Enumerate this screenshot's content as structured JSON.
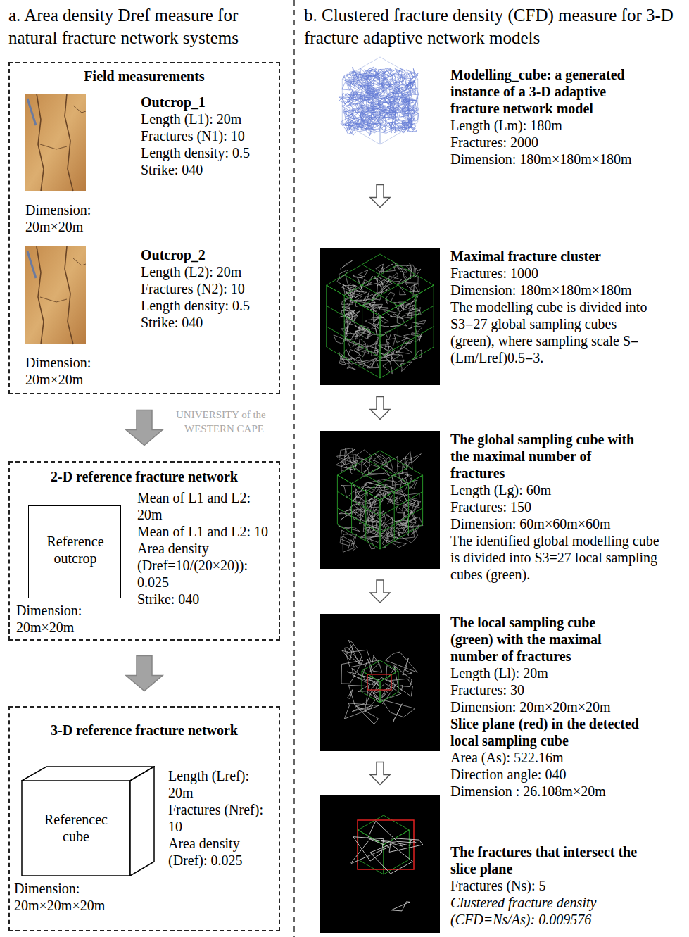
{
  "diagram": {
    "nodes": [
      {
        "text": [
          "Field measurements"
        ]
      },
      {
        "text": [
          "Outcrop_1",
          "Length (L1): 20m",
          "Fractures (N1): 10",
          "Length density: 0.5",
          "Strike: 040",
          "Dimension: 20m×20m"
        ],
        "in": 0
      },
      {
        "text": [
          "Outcrop_2",
          "Length (L2): 20m",
          "Fractures (N2): 10",
          "Length density: 0.5",
          "Strike: 040",
          "Dimension: 20m×20m"
        ],
        "in": 0
      },
      {
        "text": [
          "2-D reference fracture network",
          "Mean of L1 and L2: 20m",
          "Mean of L1 and L2: 10",
          "Area density (Dref=10/(20×20)): 0.025",
          "Strike: 040"
        ]
      },
      {
        "text": [
          "Reference outcrop",
          "Dimension: 20m×20m"
        ],
        "in": 3
      },
      {
        "text": [
          "3-D reference fracture network",
          "Length (Lref): 20m",
          "Fractures (Nref): 10",
          "Area density (Dref): 0.025"
        ]
      },
      {
        "text": [
          "Referencec cube",
          "Dimension: 20m×20m×20m"
        ],
        "in": 5
      },
      {
        "text": [
          "Modelling_cube: a generated instance of a 3-D adaptive fracture network model",
          "Length (Lm): 180m",
          "Fractures: 2000",
          "Dimension: 180m×180m×180m"
        ]
      },
      {
        "text": [
          "Maximal fracture cluster",
          "Fractures: 1000",
          "Dimension: 180m×180m×180m",
          "The modelling cube is divided into S3=27 global sampling cubes (green), where sampling scale S=(Lm/Lref)0.5=3."
        ]
      },
      {
        "text": [
          "The global sampling cube with the maximal number of fractures",
          "Length (Lg): 60m",
          "Fractures: 150",
          "Dimension: 60m×60m×60m",
          "The identified global modelling cube is divided into S3=27 local sampling cubes (green)."
        ]
      },
      {
        "text": [
          "The local sampling cube (green) with the maximal number of fractures",
          "Length (Ll): 20m",
          "Fractures: 30",
          "Dimension: 20m×20m×20m",
          "Slice plane (red) in the detected local sampling cube",
          "Area (As): 522.16m",
          "Direction angle: 040",
          "Dimension : 26.108m×20m"
        ]
      },
      {
        "text": [
          "The fractures that intersect the slice plane",
          "Fractures (Ns): 5",
          "Clustered fracture density (CFD=Ns/As): 0.009576"
        ]
      }
    ],
    "edges": [
      {
        "from": 0,
        "to": 3,
        "arrow": "to"
      },
      {
        "from": 3,
        "to": 5,
        "arrow": "to"
      },
      {
        "from": 7,
        "to": 8,
        "arrow": "to"
      },
      {
        "from": 8,
        "to": 9,
        "arrow": "to"
      },
      {
        "from": 9,
        "to": 10,
        "arrow": "to"
      },
      {
        "from": 10,
        "to": 11,
        "arrow": "to"
      }
    ],
    "labels": [
      "a. Area density Dref measure for natural fracture network systems",
      "b. Clustered fracture density (CFD) measure for 3-D fracture adaptive network models",
      "UNIVERSITY of the",
      "WESTERN CAPE"
    ]
  }
}
